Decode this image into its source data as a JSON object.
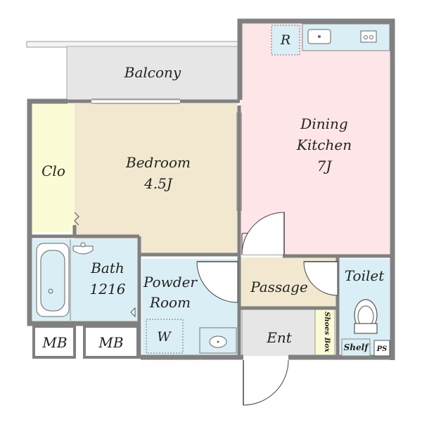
{
  "rooms": {
    "balcony": {
      "label": "Balcony"
    },
    "dining_kitchen": {
      "label_line1": "Dining",
      "label_line2": "Kitchen",
      "size": "7J"
    },
    "refrigerator": {
      "label": "R"
    },
    "closet": {
      "label": "Clo"
    },
    "bedroom": {
      "label": "Bedroom",
      "size": "4.5J"
    },
    "bath": {
      "label": "Bath",
      "size": "1216"
    },
    "powder_room": {
      "label_line1": "Powder",
      "label_line2": "Room"
    },
    "washer": {
      "label": "W"
    },
    "passage": {
      "label": "Passage"
    },
    "toilet": {
      "label": "Toilet"
    },
    "entrance": {
      "label": "Ent"
    },
    "shoes_box": {
      "label": "Shoes Box"
    },
    "shelf": {
      "label": "Shelf"
    },
    "pipe_space": {
      "label": "PS"
    },
    "meter_box_left": {
      "label": "MB"
    },
    "meter_box_right": {
      "label": "MB"
    }
  },
  "colors": {
    "wall": "#808080",
    "balcony": "#e6e6e6",
    "dining_kitchen": "#fde5e8",
    "bedroom": "#f1e8cf",
    "closet": "#fbfbd5",
    "wet_area": "#daeff5",
    "passage": "#f1e8cf",
    "entrance": "#e6e6e6",
    "shoes_box": "#fbfbd5"
  }
}
